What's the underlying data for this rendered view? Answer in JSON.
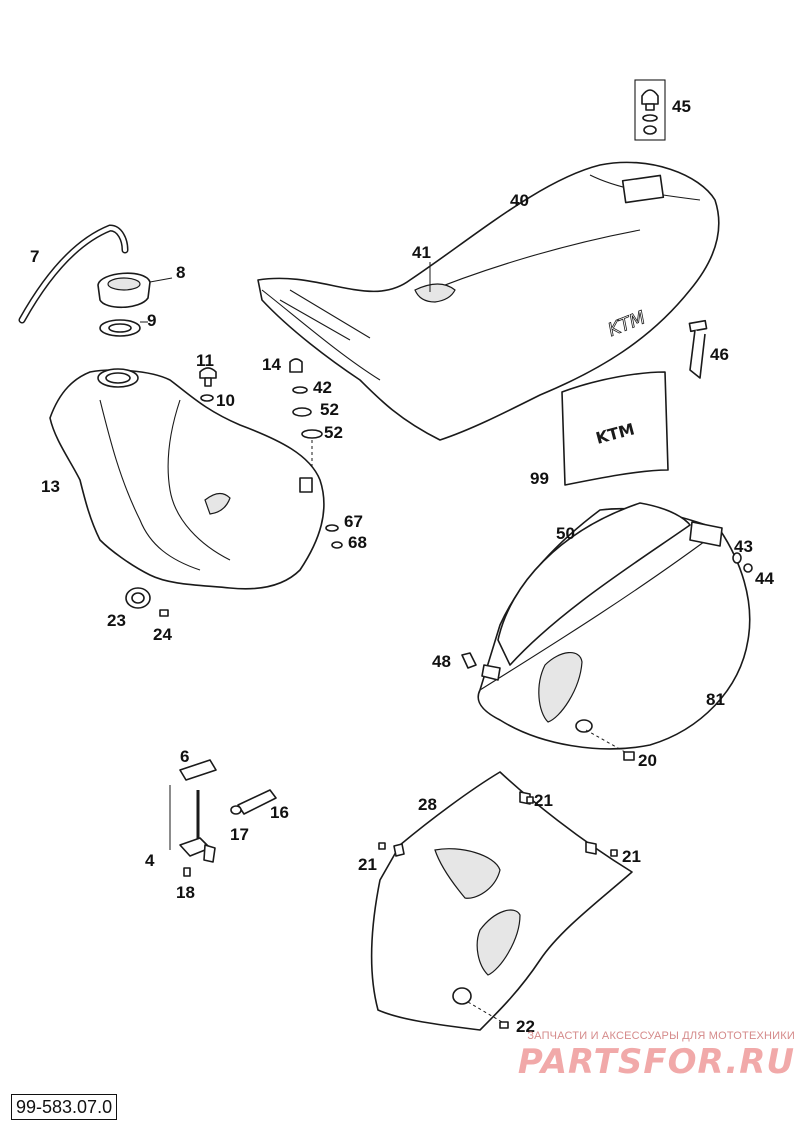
{
  "diagram": {
    "callouts": [
      "45",
      "40",
      "41",
      "7",
      "8",
      "9",
      "46",
      "11",
      "14",
      "42",
      "10",
      "52",
      "52",
      "13",
      "99",
      "67",
      "50",
      "68",
      "43",
      "44",
      "23",
      "24",
      "48",
      "81",
      "20",
      "6",
      "16",
      "17",
      "28",
      "21",
      "21",
      "4",
      "21",
      "18",
      "22"
    ]
  },
  "watermark": {
    "caption": "ЗАПЧАСТИ И АКСЕССУАРЫ ДЛЯ МОТОТЕХНИКИ",
    "brand": "PARTSFOR.RU"
  },
  "footer": {
    "diagram_code": "99-583.07.0"
  }
}
